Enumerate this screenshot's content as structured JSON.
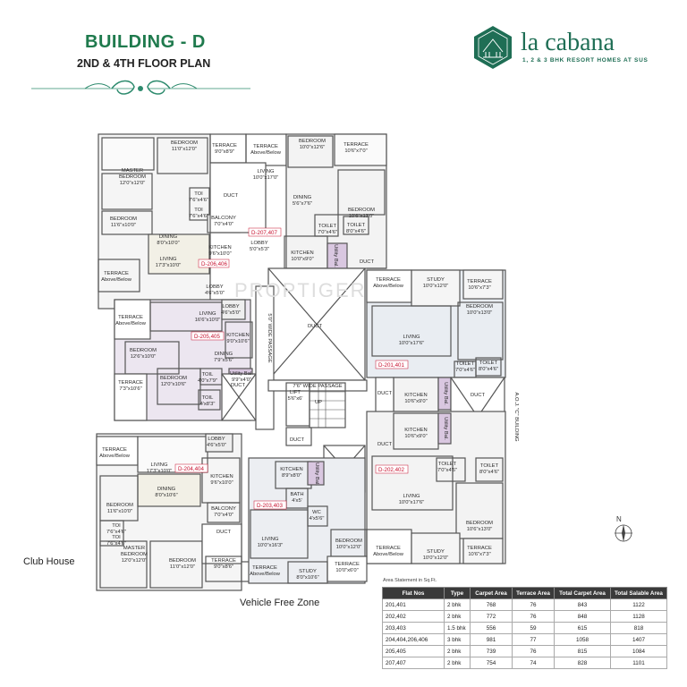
{
  "header": {
    "title": "BUILDING - D",
    "subtitle": "2ND & 4TH FLOOR PLAN"
  },
  "brand": {
    "name": "la cabana",
    "tagline": "1, 2 & 3 BHK RESORT HOMES AT SUS",
    "color": "#1f6e55"
  },
  "colors": {
    "title": "#1f7a4d",
    "wall": "#555555",
    "flat_205_405": "#ece6f0",
    "flat_201_401": "#e9edf2",
    "lobby": "#eeeeee",
    "utility": "#d9c7e0",
    "flat_label": "#c8102e"
  },
  "watermark": "PROPTIGER",
  "flat_labels": {
    "d206_406": "D-206,406",
    "d207_407": "D-207,407",
    "d205_405": "D-205,405",
    "d204_404": "D-204,404",
    "d203_403": "D-203,403",
    "d201_401": "D-201,401",
    "d202_402": "D-202,402"
  },
  "rooms": {
    "bedroom1": "BEDROOM",
    "bedroom1_dim": "11'0\"x12'0\"",
    "master": "MASTER",
    "master_bedroom": "BEDROOM",
    "master_dim": "12'0\"x12'0\"",
    "terrace1": "TERRACE",
    "terrace1_dim": "9'0\"x8'9\"",
    "terrace_ab1": "TERRACE",
    "terrace_ab1_sub": "Above/Below",
    "bedroom2": "BEDROOM",
    "bedroom2_dim": "10'0\"x12'6\"",
    "terrace2": "TERRACE",
    "terrace2_dim": "10'6\"x7'0\"",
    "living_top": "LIVING",
    "living_top_dim": "10'0\"x17'0\"",
    "toi1": "TOI",
    "toi1_dim": "7'6\"x4'6\"",
    "toi2": "TOI",
    "toi2_dim": "7'6\"x4'6\"",
    "duct": "DUCT",
    "dining_top": "DINING",
    "dining_top_dim": "5'6\"x7'6\"",
    "bedroom3": "BEDROOM",
    "bedroom3_dim": "10'6\"x13'0\"",
    "bedroom4": "BEDROOM",
    "bedroom4_dim": "11'6\"x10'0\"",
    "balcony1": "BALCONY",
    "balcony1_dim": "7'0\"x4'0\"",
    "toilet1": "TOILET",
    "toilet1_dim": "7'0\"x4'6\"",
    "toilet2": "TOILET",
    "toilet2_dim": "8'0\"x4'6\"",
    "dining1": "DINING",
    "dining1_dim": "8'0\"x10'0\"",
    "kitchen1": "KITCHEN",
    "kitchen1_dim": "9'6\"x10'0\"",
    "lobby1": "LOBBY",
    "lobby1_dim": "5'0\"x5'3\"",
    "living1": "LIVING",
    "living1_dim": "17'3\"x10'0\"",
    "kitchen2": "KITCHEN",
    "kitchen2_dim": "10'0\"x9'0\"",
    "utility1": "Utility Bal.",
    "utility1_dim": "9'0\"x4'0\"",
    "terrace_ab2": "TERRACE",
    "terrace_ab2_sub": "Above/Below",
    "lobby2": "LOBBY",
    "lobby2_dim": "4'6\"x5'0\"",
    "lobby3": "LOBBY",
    "lobby3_dim": "4'6\"x5'0\"",
    "terrace_ab3": "TERRACE",
    "terrace_ab3_sub": "Above/Below",
    "living2": "LIVING",
    "living2_dim": "16'6\"x10'0\"",
    "kitchen3": "KITCHEN",
    "kitchen3_dim": "9'0\"x10'6\"",
    "dining2": "DINING",
    "dining2_dim": "7'9\"x5'6\"",
    "passage": "5'0\" WIDE PASSAGE",
    "bedroom5": "BEDROOM",
    "bedroom5_dim": "12'6\"x10'0\"",
    "toil1": "TOIL",
    "toil1_dim": "4'0\"x7'9\"",
    "utility2": "Utility Bal.",
    "utility2_dim": "9'9\"x4'0\"",
    "bedroom6": "BEDROOM",
    "bedroom6_dim": "12'0\"x10'6\"",
    "toil2": "TOIL",
    "toil2_dim": "4'x8'3\"",
    "terrace3": "TERRACE",
    "terrace3_dim": "7'3\"x10'6\"",
    "wide_passage": "7'6\" WIDE PASSAGE",
    "lift": "LIFT",
    "lift_dim": "5'6\"x6'",
    "up": "UP",
    "terrace_ab4": "TERRACE",
    "terrace_ab4_sub": "Above/Below",
    "study1": "STUDY",
    "study1_dim": "10'0\"x12'0\"",
    "terrace4": "TERRACE",
    "terrace4_dim": "10'6\"x7'3\"",
    "bedroom7": "BEDROOM",
    "bedroom7_dim": "10'0\"x13'0\"",
    "living3": "LIVING",
    "living3_dim": "10'0\"x17'6\"",
    "toilet3": "TOILET",
    "toilet3_dim": "7'0\"x4'6\"",
    "toilet4": "TOILET",
    "toilet4_dim": "8'0\"x4'6\"",
    "kitchen4": "KITCHEN",
    "kitchen4_dim": "10'6\"x9'0\"",
    "utility3": "Utility Bal.",
    "utility3_dim": "9'0\"x4'0\"",
    "kitchen5": "KITCHEN",
    "kitchen5_dim": "10'6\"x9'0\"",
    "utility4": "Utility Bal.",
    "utility4_dim": "9'0\"x4'0\"",
    "aoj": "A.O.J. \"C\" BUILDING",
    "terrace_ab5": "TERRACE",
    "terrace_ab5_sub": "Above/Below",
    "living4": "LIVING",
    "living4_dim": "17'3\"x10'0\"",
    "kitchen6": "KITCHEN",
    "kitchen6_dim": "9'6\"x10'0\"",
    "dining3": "DINING",
    "dining3_dim": "8'0\"x10'6\"",
    "bedroom8": "BEDROOM",
    "bedroom8_dim": "11'6\"x10'0\"",
    "balcony2": "BALCONY",
    "balcony2_dim": "7'0\"x4'0\"",
    "toi3": "TOI",
    "toi3_dim": "7'6\"x4'6\"",
    "toi4": "TOI",
    "toi4_dim": "7'6\"x4'6\"",
    "master2": "MASTER",
    "master2_bedroom": "BEDROOM",
    "master2_dim": "12'0\"x12'0\"",
    "bedroom9": "BEDROOM",
    "bedroom9_dim": "11'0\"x12'0\"",
    "terrace5": "TERRACE",
    "terrace5_dim": "9'0\"x8'6\"",
    "terrace_ab6": "TERRACE",
    "terrace_ab6_sub": "Above/Below",
    "kitchen7": "KITCHEN",
    "kitchen7_dim": "8'9\"x8'0\"",
    "bath": "BATH",
    "bath_dim": "4'x5'",
    "wc": "WC",
    "wc_dim": "4'x5'6\"",
    "living5": "LIVING",
    "living5_dim": "10'0\"x16'3\"",
    "bedroom10": "BEDROOM",
    "bedroom10_dim": "10'0\"x12'0\"",
    "terrace6": "TERRACE",
    "terrace6_dim": "10'0\"x6'0\"",
    "study2": "STUDY",
    "study2_dim": "8'0\"x10'6\"",
    "terrace_ab7": "TERRACE",
    "terrace_ab7_sub": "Above/Below",
    "study3": "STUDY",
    "study3_dim": "10'0\"x12'0\"",
    "terrace7": "TERRACE",
    "terrace7_dim": "10'6\"x7'3\"",
    "bedroom11": "BEDROOM",
    "bedroom11_dim": "10'6\"x13'0\"",
    "living6": "LIVING",
    "living6_dim": "10'0\"x17'6\"",
    "toilet5": "TOILET",
    "toilet5_dim": "7'0\"x4'6\"",
    "toilet6": "TOILET",
    "toilet6_dim": "8'0\"x4'6\"",
    "duct_area": "DUCT"
  },
  "outside": {
    "club_house": "Club House",
    "vehicle_zone": "Vehicle Free Zone",
    "north": "N"
  },
  "area_statement": {
    "title": "Area Statement in Sq.Ft.",
    "headers": [
      "Flat Nos",
      "Type",
      "Carpet Area",
      "Terrace Area",
      "Total Carpet Area",
      "Total Salable Area"
    ],
    "rows": [
      [
        "201,401",
        "2 bhk",
        "768",
        "76",
        "843",
        "1122"
      ],
      [
        "202,402",
        "2 bhk",
        "772",
        "76",
        "848",
        "1128"
      ],
      [
        "203,403",
        "1.5 bhk",
        "556",
        "59",
        "615",
        "818"
      ],
      [
        "204,404,206,406",
        "3 bhk",
        "981",
        "77",
        "1058",
        "1407"
      ],
      [
        "205,405",
        "2 bhk",
        "739",
        "76",
        "815",
        "1084"
      ],
      [
        "207,407",
        "2 bhk",
        "754",
        "74",
        "828",
        "1101"
      ]
    ]
  }
}
